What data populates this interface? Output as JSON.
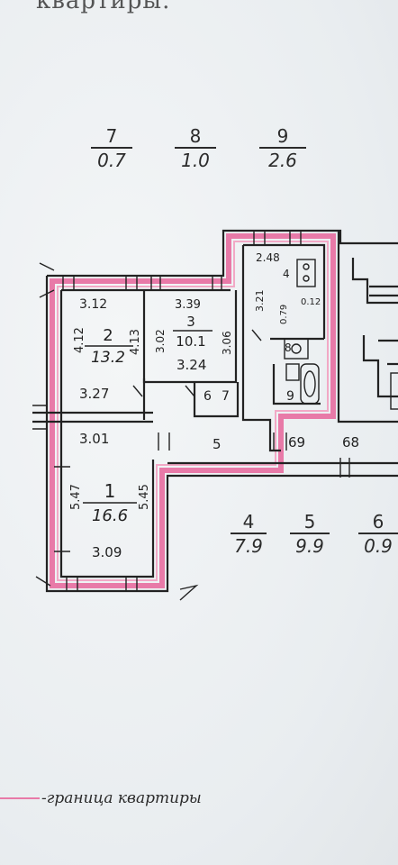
{
  "header": {
    "text": "квартиры."
  },
  "fractions_top": [
    {
      "num": "7",
      "den": "0.7"
    },
    {
      "num": "8",
      "den": "1.0"
    },
    {
      "num": "9",
      "den": "2.6"
    }
  ],
  "fractions_bottom": [
    {
      "num": "4",
      "den": "7.9"
    },
    {
      "num": "5",
      "den": "9.9"
    },
    {
      "num": "6",
      "den": "0.9"
    }
  ],
  "rooms": {
    "r1": {
      "num": "1",
      "area": "16.6"
    },
    "r2": {
      "num": "2",
      "area": "13.2"
    },
    "r3": {
      "num": "3",
      "area": "10.1"
    }
  },
  "dims": {
    "d312": "3.12",
    "d412": "4.12",
    "d413": "4.13",
    "d327": "3.27",
    "d301": "3.01",
    "d547": "5.47",
    "d545": "5.45",
    "d309": "3.09",
    "d339": "3.39",
    "d302": "3.02",
    "d306": "3.06",
    "d324": "3.24",
    "d248": "2.48",
    "d321": "3.21",
    "d079": "0.79",
    "d012": "0.12"
  },
  "markers": {
    "m4": "4",
    "m5": "5",
    "m6": "6",
    "m7": "7",
    "m8": "8",
    "m9": "9",
    "m69": "69",
    "m68": "68"
  },
  "legend": {
    "text": "-граница квартиры"
  },
  "colors": {
    "boundary": "#e87aa8",
    "wall": "#222222",
    "paper": "#eef1f3"
  }
}
